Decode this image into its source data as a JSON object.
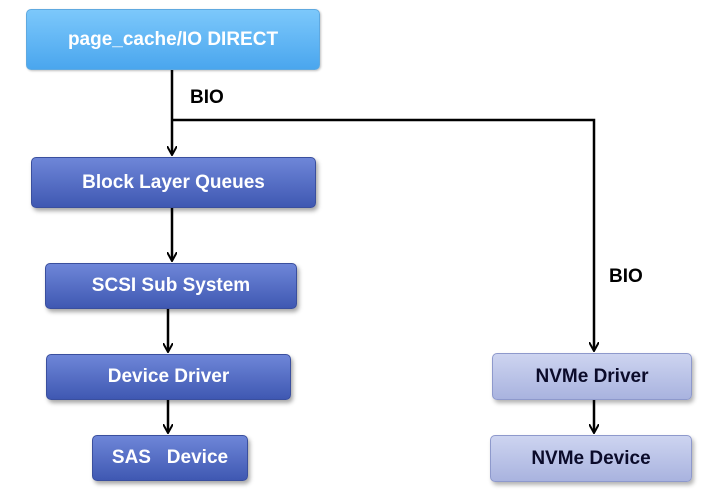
{
  "nodes": {
    "page_cache": "page_cache/IO DIRECT",
    "block_layer": "Block Layer Queues",
    "scsi": "SCSI Sub System",
    "device_driver": "Device Driver",
    "sas_device": "SAS   Device",
    "nvme_driver": "NVMe Driver",
    "nvme_device": "NVMe Device"
  },
  "edge_labels": {
    "bio_left": "BIO",
    "bio_right": "BIO"
  }
}
